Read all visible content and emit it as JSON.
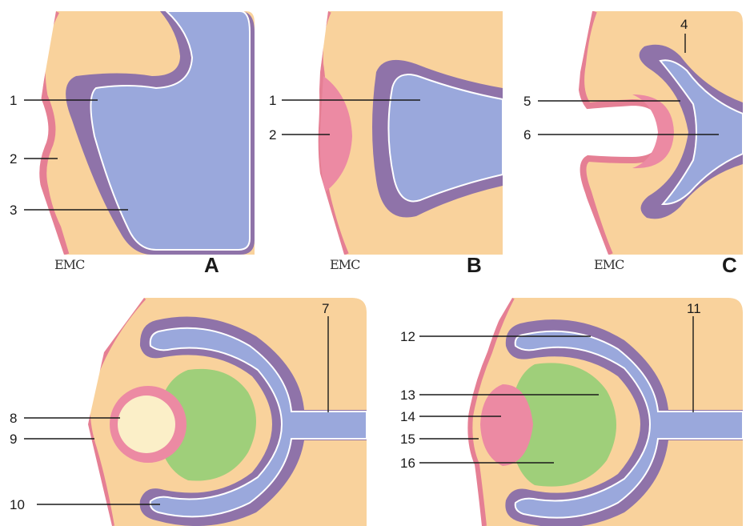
{
  "colors": {
    "mesenchyme": "#f9d29c",
    "ectoderm": "#e57f94",
    "neural_outer": "#8f73a9",
    "neural_inner": "#9aa8dc",
    "lens_pink": "#ec8aa3",
    "lens_cream": "#fbefc8",
    "vitreous": "#9fcf7a",
    "line": "#1a1a1a"
  },
  "panels": {
    "A": {
      "letter": "A",
      "signature": "EMC",
      "labels": [
        "1",
        "2",
        "3"
      ]
    },
    "B": {
      "letter": "B",
      "signature": "EMC",
      "labels": [
        "1",
        "2"
      ]
    },
    "C": {
      "letter": "C",
      "signature": "EMC",
      "labels": [
        "4",
        "5",
        "6"
      ]
    },
    "D": {
      "labels": [
        "7",
        "8",
        "9",
        "10"
      ]
    },
    "E": {
      "labels": [
        "11",
        "12",
        "13",
        "14",
        "15",
        "16"
      ]
    }
  }
}
